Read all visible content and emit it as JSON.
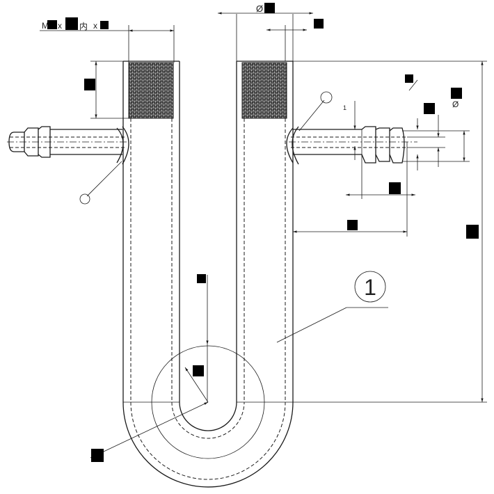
{
  "drawing": {
    "thread_spec": "M",
    "thread_spec_x1": "x",
    "thread_spec_inner": "内",
    "thread_spec_x2": "x",
    "diameter_symbol": "Ø",
    "part_number": "1",
    "small_mark_right": "1"
  },
  "colors": {
    "line": "#1a1a1a",
    "redaction": "#000000",
    "background": "#ffffff"
  }
}
